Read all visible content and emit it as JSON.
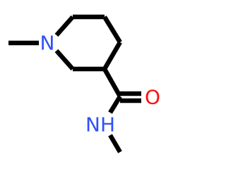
{
  "molecule": {
    "atoms": {
      "n_ring": {
        "symbol": "N",
        "color": "#3050f8"
      },
      "n_amide": {
        "symbol": "NH",
        "color": "#3050f8"
      },
      "o_carbonyl": {
        "symbol": "O",
        "color": "#ff0d0d"
      }
    },
    "colors": {
      "bond": "#000000",
      "nitrogen": "#3050f8",
      "oxygen": "#ff0d0d",
      "background": "#ffffff"
    }
  }
}
